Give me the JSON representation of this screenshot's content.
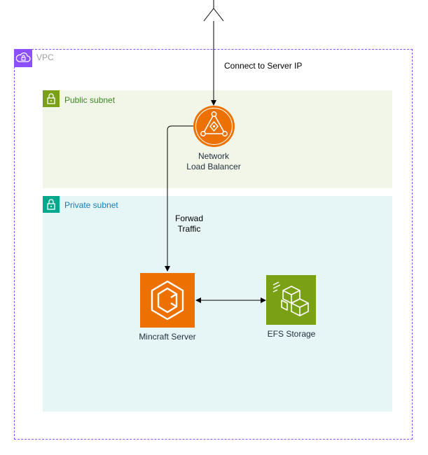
{
  "vpc": {
    "label": "VPC",
    "icon": "vpc-cloud-lock-icon",
    "color": "#8c4fff"
  },
  "public_subnet": {
    "label": "Public subnet",
    "icon": "padlock-icon",
    "color": "#7aa116"
  },
  "private_subnet": {
    "label": "Private subnet",
    "icon": "padlock-icon",
    "color": "#01a88d"
  },
  "nodes": {
    "user": {
      "icon": "user-actor-icon"
    },
    "nlb": {
      "label_line1": "Network",
      "label_line2": "Load Balancer",
      "icon": "network-load-balancer-icon",
      "color": "#ed7100"
    },
    "server": {
      "label": "Mincraft Server",
      "icon": "ecs-container-icon",
      "color": "#ed7100"
    },
    "storage": {
      "label": "EFS Storage",
      "icon": "efs-storage-icon",
      "color": "#7aa116"
    }
  },
  "edges": {
    "connect": {
      "label": "Connect to Server IP"
    },
    "forward": {
      "label_line1": "Forwad",
      "label_line2": "Traffic"
    }
  }
}
